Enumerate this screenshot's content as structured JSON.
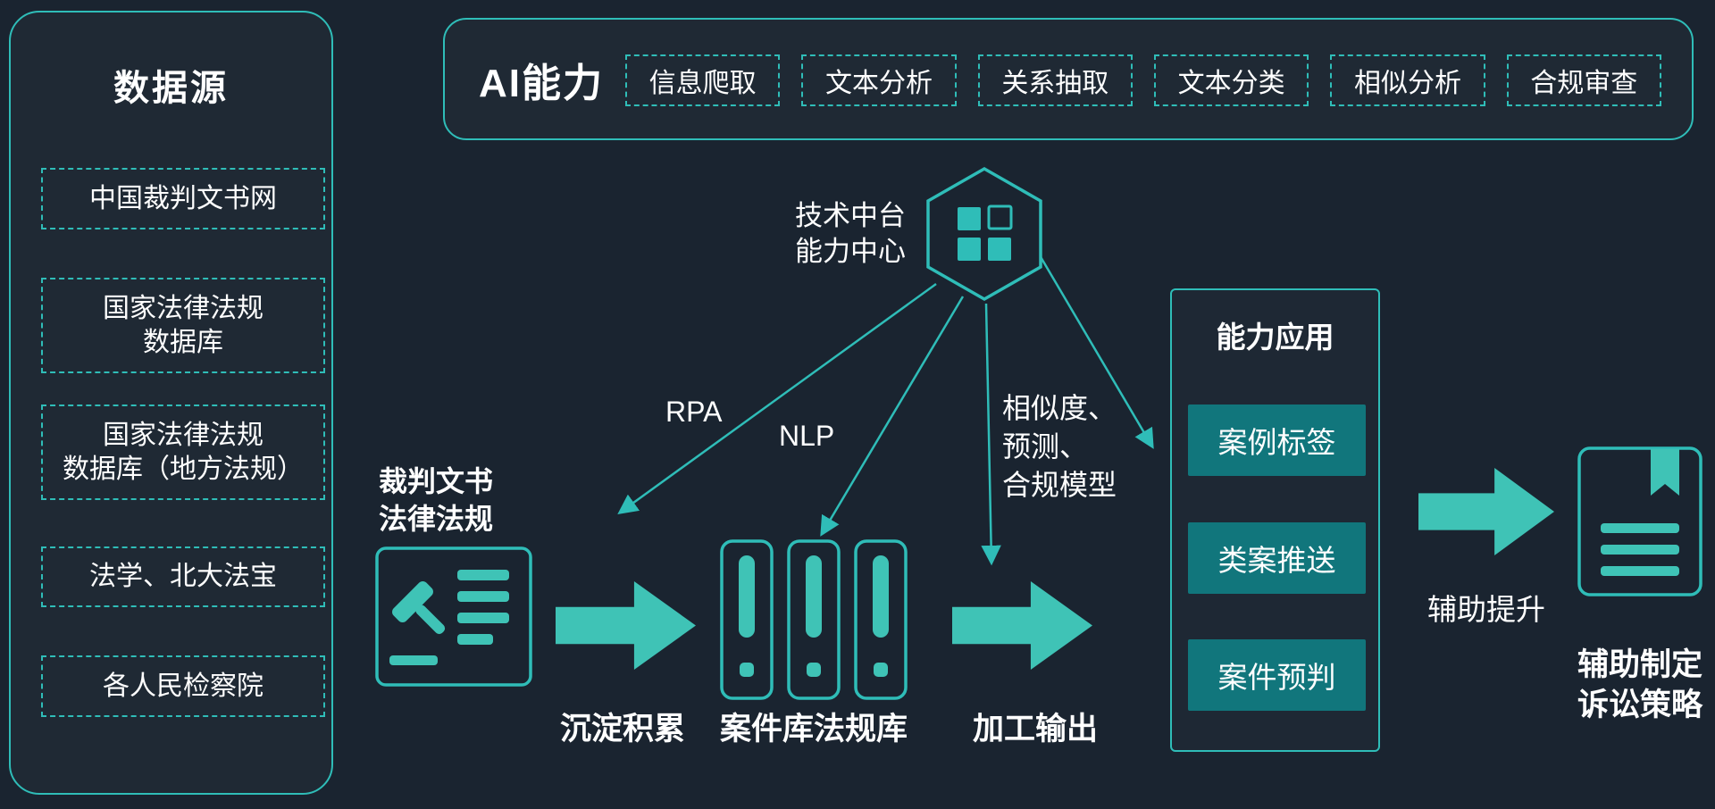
{
  "colors": {
    "background": "#1a2430",
    "accent_teal": "#2fbdb8",
    "arrow_teal": "#3fc3b6",
    "app_box_fill": "#11767c",
    "text": "#ffffff"
  },
  "icons": {
    "platform": "hexagon-grid-icon",
    "source_document": "gavel-document-icon",
    "repository": "case-archive-icon",
    "report": "bookmark-report-icon"
  },
  "data_sources": {
    "title": "数据源",
    "items": [
      "中国裁判文书网",
      "国家法律法规\n数据库",
      "国家法律法规\n数据库（地方法规）",
      "法学、北大法宝",
      "各人民检察院"
    ]
  },
  "ai_capabilities": {
    "title": "AI能力",
    "items": [
      "信息爬取",
      "文本分析",
      "关系抽取",
      "文本分类",
      "相似分析",
      "合规审查"
    ]
  },
  "platform": {
    "label": "技术中台\n能力中心"
  },
  "edges": {
    "rpa": "RPA",
    "nlp": "NLP",
    "model": "相似度、\n预测、\n合规模型"
  },
  "flow": {
    "source_label": "裁判文书\n法律法规",
    "step1_label": "沉淀积累",
    "step2_label": "案件库法规库",
    "step3_label": "加工输出",
    "capability_app": {
      "title": "能力应用",
      "items": [
        "案例标签",
        "类案推送",
        "案件预判"
      ]
    },
    "step4_label": "辅助提升",
    "result_label": "辅助制定\n诉讼策略"
  }
}
